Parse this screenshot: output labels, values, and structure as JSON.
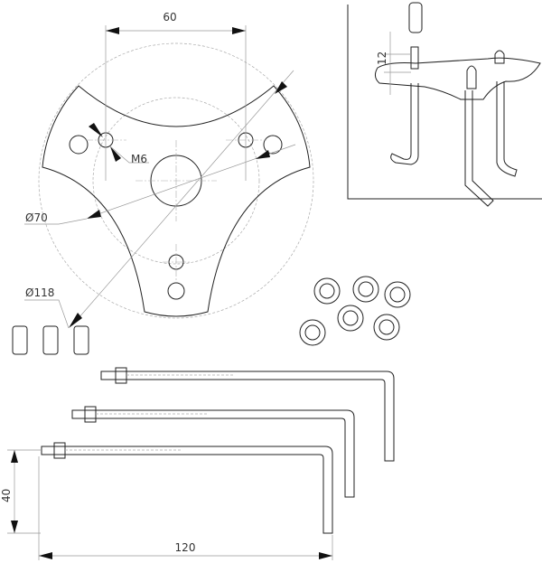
{
  "dimensions": {
    "hole_spacing": "60",
    "thread": "M6",
    "inner_diameter": "Ø70",
    "outer_diameter": "Ø118",
    "thread_length": "12",
    "bolt_hook_height": "40",
    "bolt_length": "120"
  }
}
